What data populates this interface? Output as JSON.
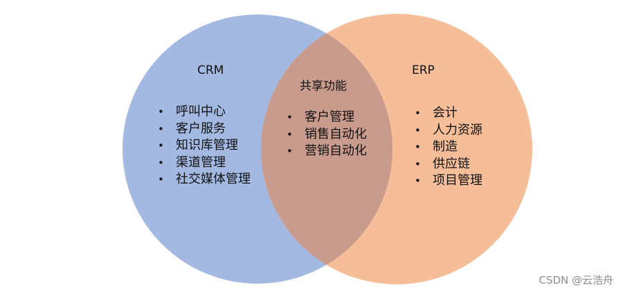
{
  "diagram": {
    "colors": {
      "left_circle": "#a3b9e1",
      "right_circle": "#f5bd98",
      "overlap": "#c99b8c",
      "text": "#111111",
      "watermark": "#8c8c8c"
    },
    "left": {
      "title": "CRM",
      "items": [
        "呼叫中心",
        "客户服务",
        "知识库管理",
        "渠道管理",
        "社交媒体管理"
      ]
    },
    "middle": {
      "title": "共享功能",
      "items": [
        "客户管理",
        "销售自动化",
        "营销自动化"
      ]
    },
    "right": {
      "title": "ERP",
      "items": [
        "会计",
        "人力资源",
        "制造",
        "供应链",
        "项目管理"
      ]
    }
  },
  "watermark": "CSDN @云浩舟"
}
